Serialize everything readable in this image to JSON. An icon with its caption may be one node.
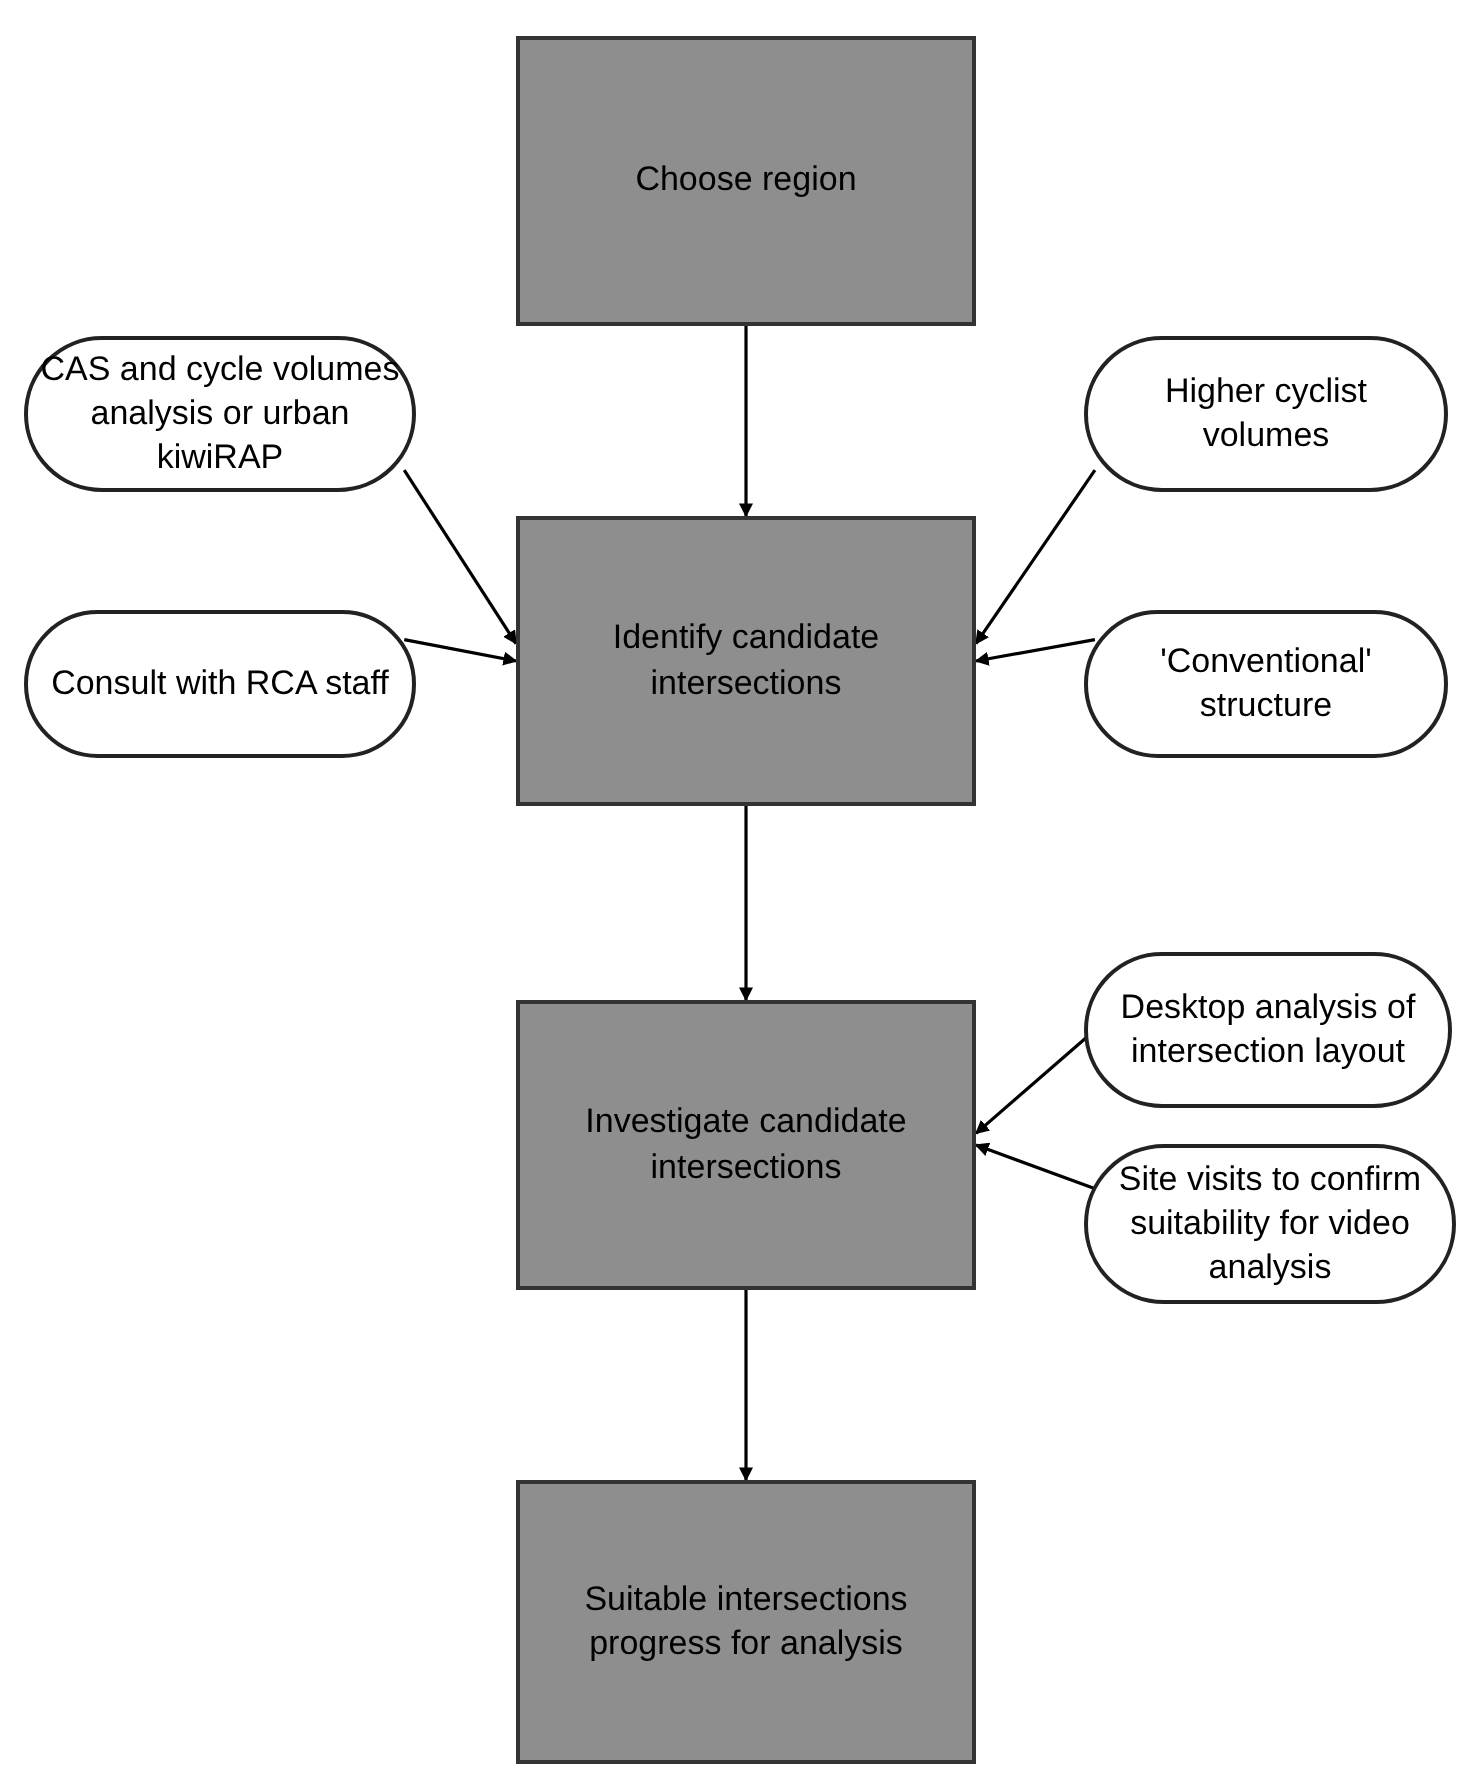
{
  "diagram": {
    "nodes": [
      {
        "text": [
          "Choose region"
        ]
      },
      {
        "text": [
          "CAS and cycle volumes analysis or urban kiwiRAP"
        ]
      },
      {
        "text": [
          "Higher cyclist volumes"
        ]
      },
      {
        "text": [
          "Identify candidate intersections"
        ]
      },
      {
        "text": [
          "Consult with RCA staff"
        ]
      },
      {
        "text": [
          "'Conventional' structure"
        ]
      },
      {
        "text": [
          "Desktop analysis of intersection layout"
        ]
      },
      {
        "text": [
          "Investigate candidate intersections"
        ]
      },
      {
        "text": [
          "Site visits to confirm suitability for video analysis"
        ]
      },
      {
        "text": [
          "Suitable intersections progress for analysis"
        ]
      }
    ],
    "edges": [
      {
        "from": 0,
        "to": 3,
        "arrow": "to"
      },
      {
        "from": 1,
        "to": 3,
        "arrow": "to"
      },
      {
        "from": 4,
        "to": 3,
        "arrow": "to"
      },
      {
        "from": 2,
        "to": 3,
        "arrow": "to"
      },
      {
        "from": 5,
        "to": 3,
        "arrow": "to"
      },
      {
        "from": 3,
        "to": 7,
        "arrow": "to"
      },
      {
        "from": 6,
        "to": 7,
        "arrow": "to"
      },
      {
        "from": 8,
        "to": 7,
        "arrow": "to"
      },
      {
        "from": 7,
        "to": 9,
        "arrow": "to"
      }
    ]
  }
}
